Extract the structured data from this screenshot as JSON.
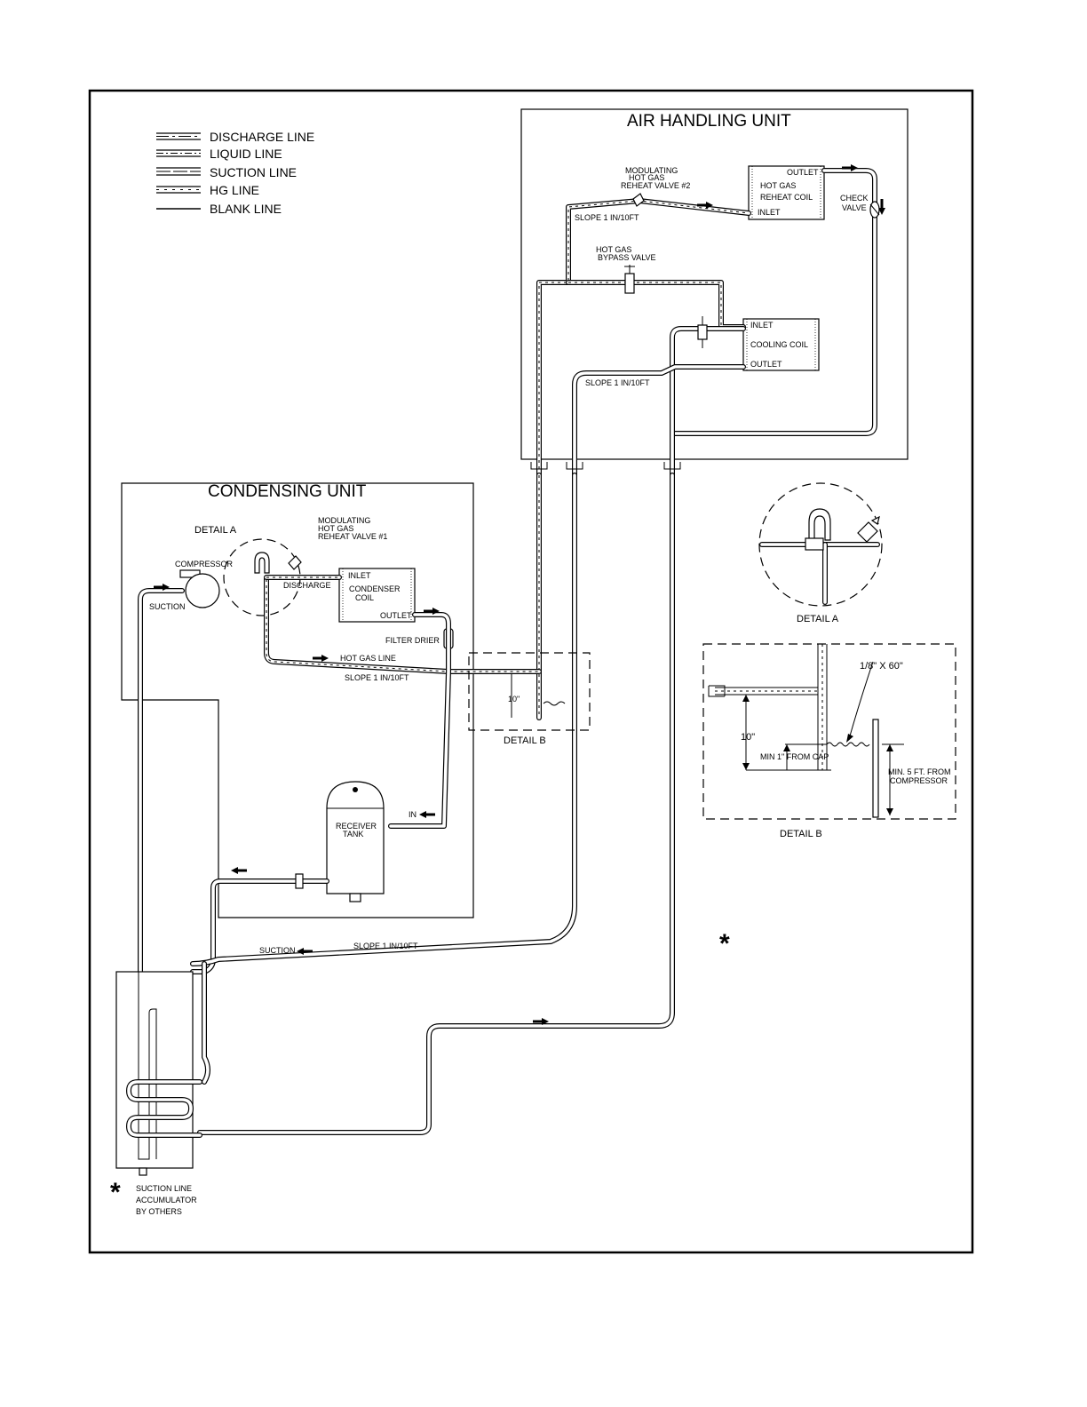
{
  "legend": {
    "discharge": "DISCHARGE LINE",
    "liquid": "LIQUID LINE",
    "suction": "SUCTION LINE",
    "hg": "HG LINE",
    "blank": "BLANK LINE"
  },
  "air_handling_unit": {
    "title": "AIR HANDLING UNIT",
    "mod_valve_2": [
      "MODULATING",
      "HOT GAS",
      "REHEAT VALVE #2"
    ],
    "reheat_coil_outlet": "OUTLET",
    "reheat_coil_name": [
      "HOT GAS",
      "REHEAT COIL"
    ],
    "reheat_coil_inlet": "INLET",
    "check_valve": [
      "CHECK",
      "VALVE"
    ],
    "slope_upper": "SLOPE 1 IN/10FT",
    "bypass_valve": [
      "HOT GAS",
      "BYPASS VALVE"
    ],
    "cooling_coil_inlet": "INLET",
    "cooling_coil_name": "COOLING COIL",
    "cooling_coil_outlet": "OUTLET",
    "slope_lower": "SLOPE 1 IN/10FT"
  },
  "condensing_unit": {
    "title": "CONDENSING UNIT",
    "detail_a": "DETAIL A",
    "mod_valve_1": [
      "MODULATING",
      "HOT GAS",
      "REHEAT VALVE #1"
    ],
    "compressor": "COMPRESSOR",
    "discharge": "DISCHARGE",
    "suction": "SUCTION",
    "condenser_inlet": "INLET",
    "condenser_name": [
      "CONDENSER",
      "COIL"
    ],
    "condenser_outlet": "OUTLET",
    "filter_drier": "FILTER DRIER",
    "hot_gas_line": "HOT GAS  LINE",
    "slope": "SLOPE 1 IN/10FT",
    "receiver": [
      "RECEIVER",
      "TANK"
    ],
    "receiver_in": "IN"
  },
  "detail_b_small": {
    "label": "DETAIL B",
    "dim": "10\""
  },
  "detail_a_label": "DETAIL A",
  "detail_b": {
    "label": "DETAIL B",
    "capillary": "1/8\" X 60\"",
    "height": "10\"",
    "min_cap": "MIN 1\" FROM CAP",
    "min_compressor": [
      "MIN. 5 FT. FROM",
      "COMPRESSOR"
    ]
  },
  "bottom": {
    "suction": "SUCTION",
    "slope": "SLOPE 1 IN/10FT"
  },
  "note": {
    "star": "*",
    "lines": [
      "SUCTION LINE",
      "ACCUMULATOR",
      "BY OTHERS"
    ]
  }
}
